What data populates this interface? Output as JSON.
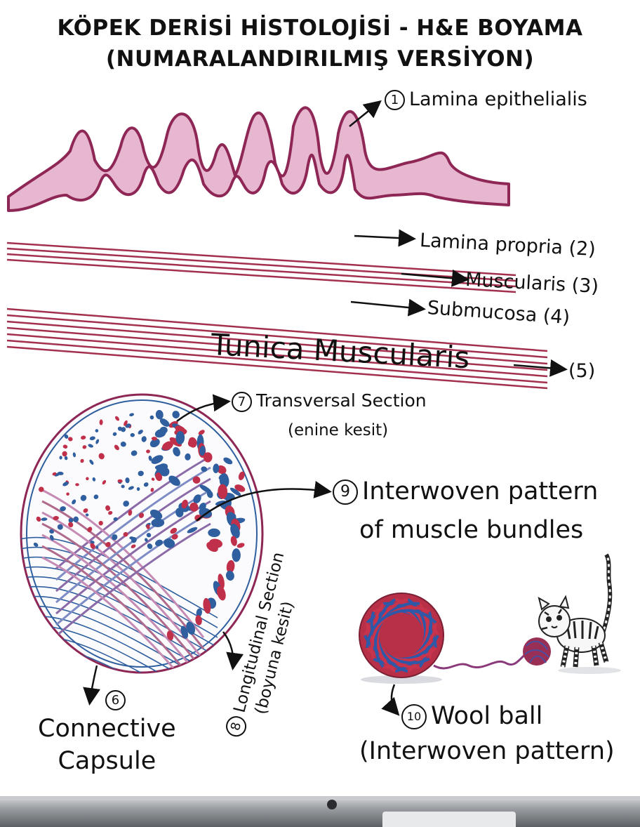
{
  "title": {
    "line1": "KÖPEK DERİSİ HİSTOLOJİSİ - H&E BOYAMA",
    "line2": "(NUMARALANDIRILMIŞ VERSİYON)"
  },
  "labels": {
    "l1": {
      "num": "1",
      "text": "Lamina epithelialis"
    },
    "l2": {
      "text": "Lamina propria (2)"
    },
    "l3": {
      "text": "Muscularis (3)"
    },
    "l4": {
      "text": "Submucosa (4)"
    },
    "tunica": {
      "text": "Tunica Muscularis"
    },
    "l5": {
      "text": "(5)"
    },
    "l6": {
      "num": "6",
      "line1": "Connective",
      "line2": "Capsule"
    },
    "l7": {
      "num": "7",
      "line1": "Transversal Section",
      "line2": "(enine kesit)"
    },
    "l8": {
      "num": "8",
      "line1": "Longitudinal Section",
      "line2": "(boyuna kesit)"
    },
    "l9": {
      "num": "9",
      "line1": "Interwoven pattern",
      "line2": "of muscle bundles"
    },
    "l10": {
      "num": "10",
      "line1": "Wool ball",
      "line2": "(Interwoven pattern)"
    }
  },
  "colors": {
    "epithelium_fill": "#e7b6cf",
    "epithelium_stroke": "#8e2755",
    "muscle_line": "#a3304d",
    "red_fiber": "#c0304a",
    "blue_fiber": "#2f5f9e",
    "capsule_stroke": "#8e2755",
    "wool_red": "#c8344c",
    "wool_blue": "#2e58a8"
  },
  "icons": {
    "cat": "tiger-kitten-illustration",
    "ball": "wool-ball-illustration"
  }
}
